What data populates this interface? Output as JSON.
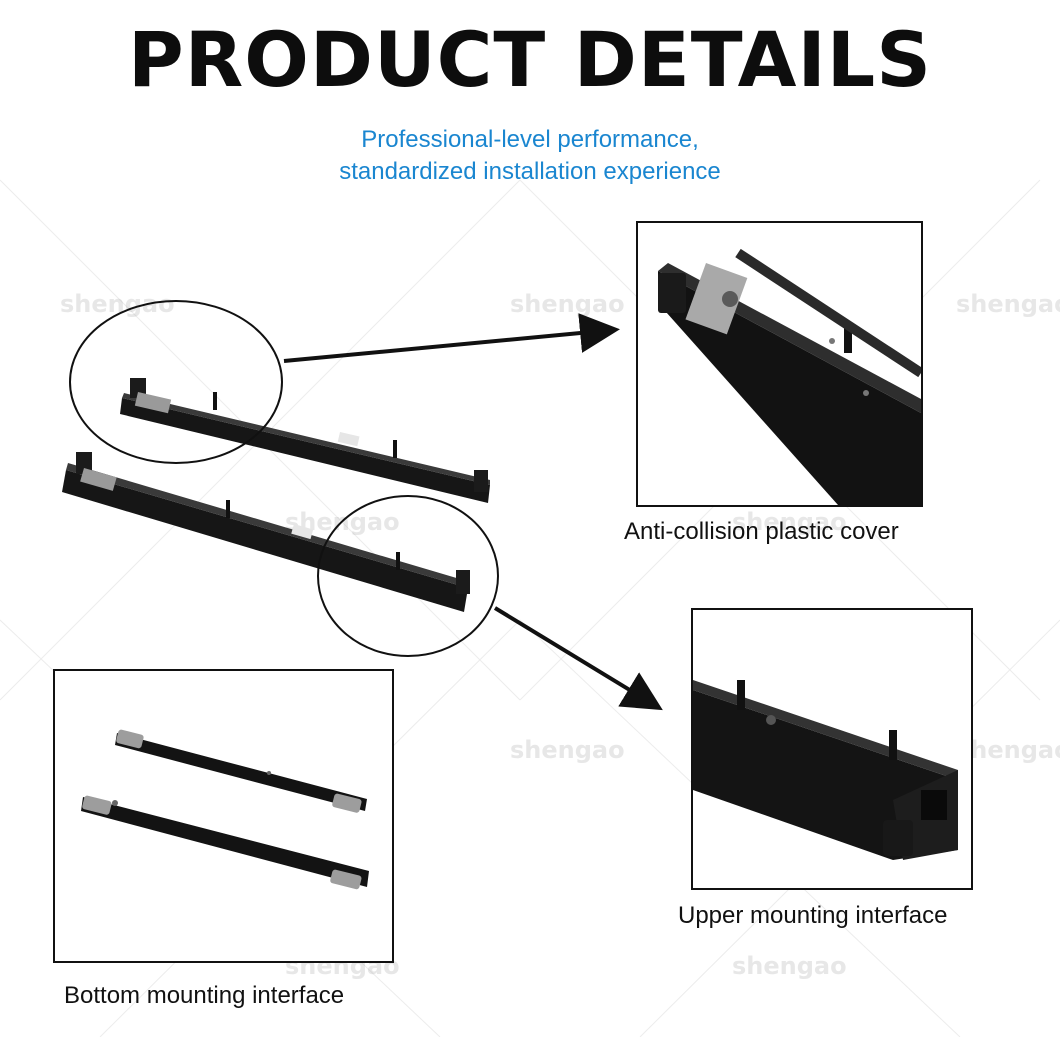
{
  "header": {
    "title": "PRODUCT DETAILS",
    "subtitle_line1": "Professional-level performance,",
    "subtitle_line2": "standardized installation experience"
  },
  "watermark": "shengao",
  "callouts": {
    "top_right": "Anti-collision plastic cover",
    "bottom_right": "Upper mounting interface",
    "bottom_left": "Bottom mounting interface"
  },
  "colors": {
    "title": "#0d0d0d",
    "subtitle": "#1a86d0",
    "rail": "#151515",
    "frame": "#111111"
  }
}
